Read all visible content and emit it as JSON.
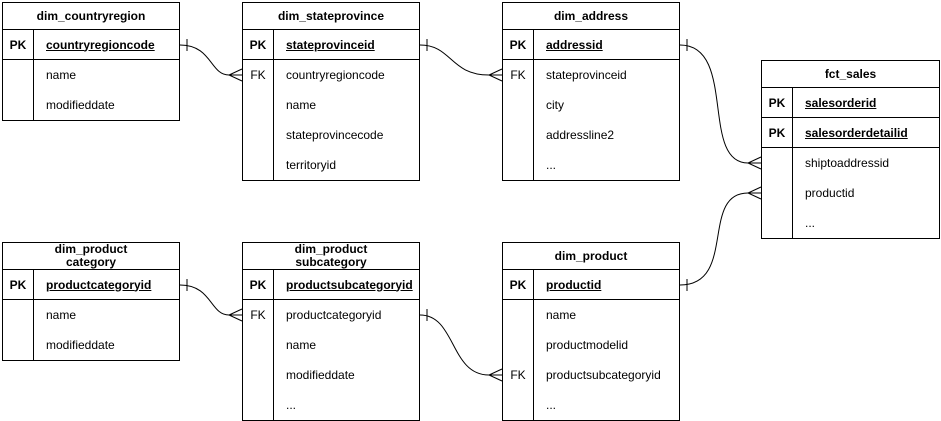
{
  "diagram": {
    "background_color": "#ffffff",
    "line_color": "#000000",
    "text_color": "#000000",
    "notation": "crow-foot",
    "tables": [
      {
        "id": "dim_countryregion",
        "title": "dim_countryregion",
        "rows": [
          {
            "key": "PK",
            "field": "countryregioncode",
            "pk": true
          },
          {
            "key": "",
            "field": "name",
            "pk": false
          },
          {
            "key": "",
            "field": "modifieddate",
            "pk": false
          }
        ]
      },
      {
        "id": "dim_stateprovince",
        "title": "dim_stateprovince",
        "rows": [
          {
            "key": "PK",
            "field": "stateprovinceid",
            "pk": true
          },
          {
            "key": "FK",
            "field": "countryregioncode",
            "pk": false
          },
          {
            "key": "",
            "field": "name",
            "pk": false
          },
          {
            "key": "",
            "field": "stateprovincecode",
            "pk": false
          },
          {
            "key": "",
            "field": "territoryid",
            "pk": false
          }
        ]
      },
      {
        "id": "dim_address",
        "title": "dim_address",
        "rows": [
          {
            "key": "PK",
            "field": "addressid",
            "pk": true
          },
          {
            "key": "FK",
            "field": "stateprovinceid",
            "pk": false
          },
          {
            "key": "",
            "field": "city",
            "pk": false
          },
          {
            "key": "",
            "field": "addressline2",
            "pk": false
          },
          {
            "key": "",
            "field": "...",
            "pk": false
          }
        ]
      },
      {
        "id": "fct_sales",
        "title": "fct_sales",
        "rows": [
          {
            "key": "PK",
            "field": "salesorderid",
            "pk": true
          },
          {
            "key": "PK",
            "field": "salesorderdetailid",
            "pk": true
          },
          {
            "key": "",
            "field": "shiptoaddressid",
            "pk": false
          },
          {
            "key": "",
            "field": "productid",
            "pk": false
          },
          {
            "key": "",
            "field": "...",
            "pk": false
          }
        ]
      },
      {
        "id": "dim_productcategory",
        "title": "dim_product\ncategory",
        "rows": [
          {
            "key": "PK",
            "field": "productcategoryid",
            "pk": true
          },
          {
            "key": "",
            "field": "name",
            "pk": false
          },
          {
            "key": "",
            "field": "modifieddate",
            "pk": false
          }
        ]
      },
      {
        "id": "dim_productsubcategory",
        "title": "dim_product\nsubcategory",
        "rows": [
          {
            "key": "PK",
            "field": "productsubcategoryid",
            "pk": true
          },
          {
            "key": "FK",
            "field": "productcategoryid",
            "pk": false
          },
          {
            "key": "",
            "field": "name",
            "pk": false
          },
          {
            "key": "",
            "field": "modifieddate",
            "pk": false
          },
          {
            "key": "",
            "field": "...",
            "pk": false
          }
        ]
      },
      {
        "id": "dim_product",
        "title": "dim_product",
        "rows": [
          {
            "key": "PK",
            "field": "productid",
            "pk": true
          },
          {
            "key": "",
            "field": "name",
            "pk": false
          },
          {
            "key": "",
            "field": "productmodelid",
            "pk": false
          },
          {
            "key": "FK",
            "field": "productsubcategoryid",
            "pk": false
          },
          {
            "key": "",
            "field": "...",
            "pk": false
          }
        ]
      }
    ],
    "relationships": [
      {
        "from": "dim_countryregion.countryregioncode",
        "to": "dim_stateprovince.countryregioncode",
        "from_cardinality": "one",
        "to_cardinality": "many"
      },
      {
        "from": "dim_stateprovince.stateprovinceid",
        "to": "dim_address.stateprovinceid",
        "from_cardinality": "one",
        "to_cardinality": "many"
      },
      {
        "from": "dim_address.addressid",
        "to": "fct_sales.shiptoaddressid",
        "from_cardinality": "one",
        "to_cardinality": "many"
      },
      {
        "from": "dim_productcategory.productcategoryid",
        "to": "dim_productsubcategory.productcategoryid",
        "from_cardinality": "one",
        "to_cardinality": "many"
      },
      {
        "from": "dim_productsubcategory.productsubcategoryid",
        "to": "dim_product.productsubcategoryid",
        "from_cardinality": "one",
        "to_cardinality": "many"
      },
      {
        "from": "dim_product.productid",
        "to": "fct_sales.productid",
        "from_cardinality": "one",
        "to_cardinality": "many"
      }
    ]
  }
}
